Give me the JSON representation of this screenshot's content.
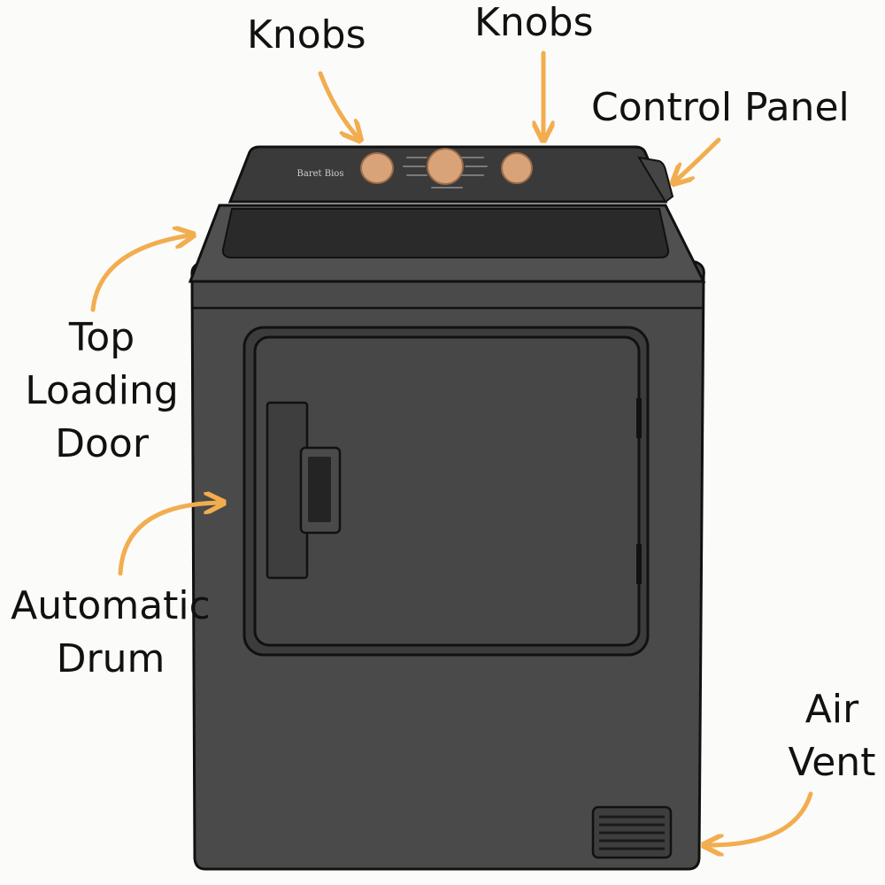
{
  "labels": {
    "knobs_left": "Knobs",
    "knobs_right": "Knobs",
    "control_panel": "Control Panel",
    "top_loading_door": [
      "Top",
      "Loading",
      "Door"
    ],
    "automatic_drum": [
      "Automatic",
      "Drum"
    ],
    "air_vent": [
      "Air",
      "Vent"
    ]
  },
  "brand_text": "Baret Bios",
  "colors": {
    "background": "#fbfbf9",
    "body": "#4a4a4a",
    "body_dark": "#3c3c3c",
    "outline": "#111111",
    "knob": "#d9a37a",
    "arrow": "#f2ad4f",
    "text": "#111111"
  }
}
